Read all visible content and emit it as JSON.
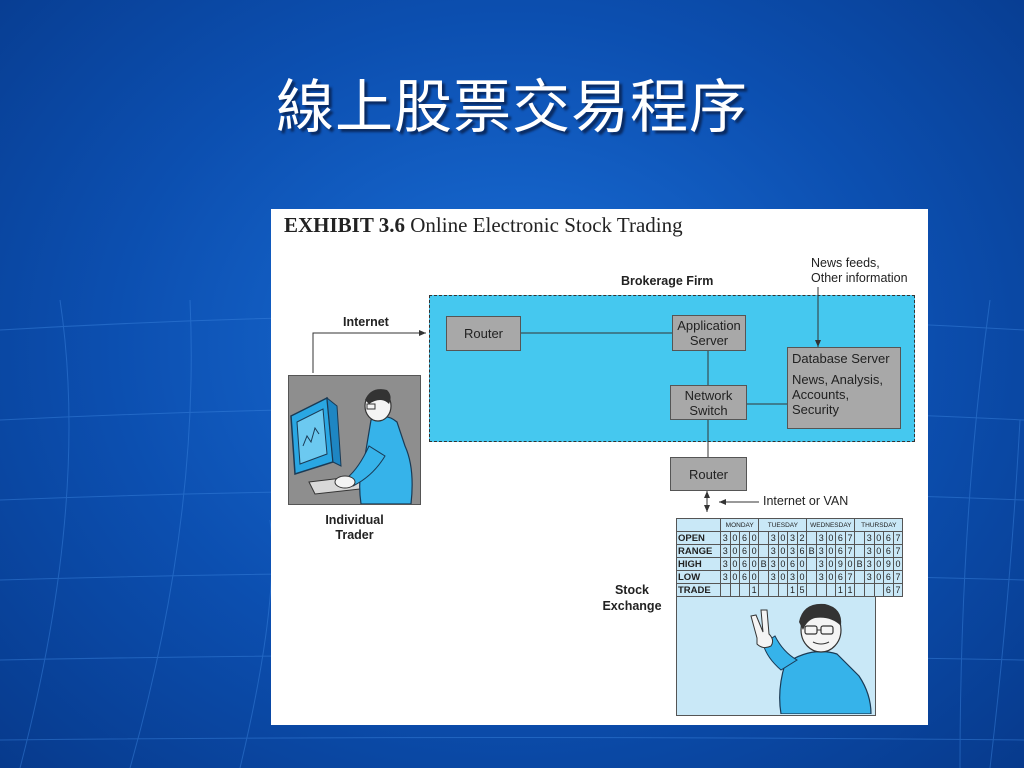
{
  "slide": {
    "title": "線上股票交易程序"
  },
  "exhibit": {
    "number": "EXHIBIT 3.6",
    "title": "Online Electronic Stock Trading"
  },
  "labels": {
    "brokerage_firm": "Brokerage Firm",
    "internet": "Internet",
    "news_feeds_1": "News feeds,",
    "news_feeds_2": "Other information",
    "trader_1": "Individual",
    "trader_2": "Trader",
    "internet_or_van": "Internet or VAN",
    "exchange_1": "Stock",
    "exchange_2": "Exchange"
  },
  "nodes": {
    "router_firm": "Router",
    "app_server_1": "Application",
    "app_server_2": "Server",
    "net_switch_1": "Network",
    "net_switch_2": "Switch",
    "db_title": "Database Server",
    "db_line1": "News, Analysis,",
    "db_line2": "Accounts,",
    "db_line3": "Security",
    "router_exchange": "Router"
  },
  "stock_table": {
    "days": [
      "MONDAY",
      "TUESDAY",
      "WEDNESDAY",
      "THURSDAY"
    ],
    "rows": [
      {
        "label": "OPEN",
        "cells": [
          "3",
          "0",
          "6",
          "0",
          "",
          "3",
          "0",
          "3",
          "2",
          "",
          "3",
          "0",
          "6",
          "7",
          "",
          "3",
          "0",
          "6",
          "7"
        ]
      },
      {
        "label": "RANGE",
        "cells": [
          "3",
          "0",
          "6",
          "0",
          "",
          "3",
          "0",
          "3",
          "6",
          "B",
          "3",
          "0",
          "6",
          "7",
          "",
          "3",
          "0",
          "6",
          "7"
        ]
      },
      {
        "label": "HIGH",
        "cells": [
          "3",
          "0",
          "6",
          "0",
          "B",
          "3",
          "0",
          "6",
          "0",
          "",
          "3",
          "0",
          "9",
          "0",
          "B",
          "3",
          "0",
          "9",
          "0"
        ]
      },
      {
        "label": "LOW",
        "cells": [
          "3",
          "0",
          "6",
          "0",
          "",
          "3",
          "0",
          "3",
          "0",
          "",
          "3",
          "0",
          "6",
          "7",
          "",
          "3",
          "0",
          "6",
          "7"
        ]
      },
      {
        "label": "TRADE",
        "cells": [
          "",
          "",
          "",
          "1",
          "",
          "",
          "",
          "1",
          "5",
          "",
          "",
          "",
          "1",
          "1",
          "",
          "",
          "",
          "6",
          "7"
        ]
      }
    ]
  },
  "colors": {
    "firm_fill": "#45c8ef",
    "node_fill": "#a8a8a8",
    "screen_fill": "#c9e8f7"
  }
}
